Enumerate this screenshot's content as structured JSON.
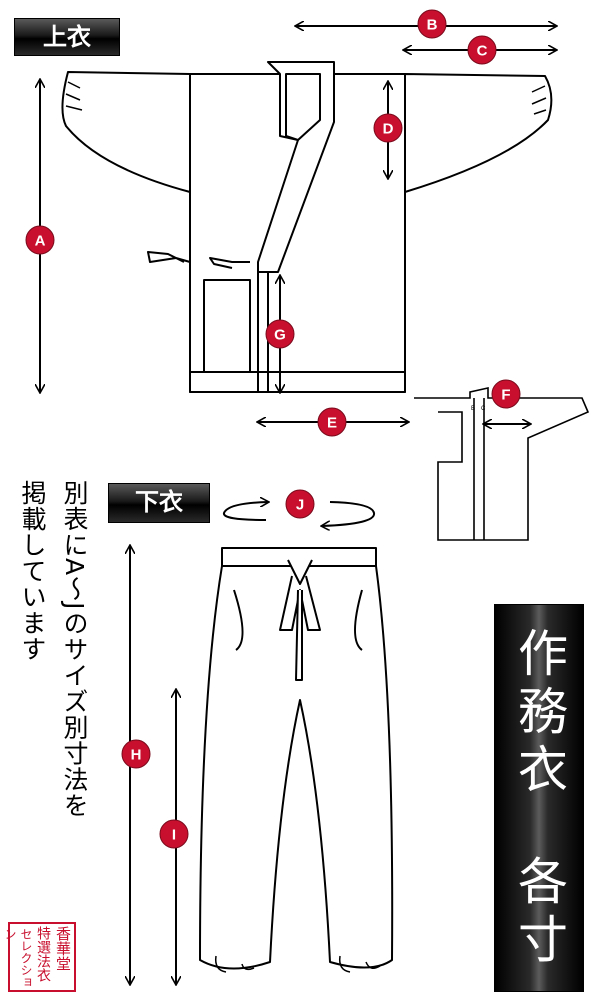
{
  "sections": {
    "top": "上衣",
    "bottom": "下衣"
  },
  "note": {
    "line1": "別表にA～Jのサイズ別寸法を",
    "line2": "掲載しています"
  },
  "title": {
    "main": "作務衣",
    "sub": "各寸"
  },
  "seal": {
    "col1": "香華堂",
    "col2": "特選法衣",
    "col3": "セレクション",
    "col4": ""
  },
  "markers": {
    "A": "A",
    "B": "B",
    "C": "C",
    "D": "D",
    "E": "E",
    "F": "F",
    "G": "G",
    "H": "H",
    "I": "I",
    "J": "J"
  },
  "detail_marks": {
    "b": "B",
    "c": "C"
  },
  "colors": {
    "badge": "#c8102e",
    "seal": "#c8102e",
    "label_bg": "#000000"
  }
}
